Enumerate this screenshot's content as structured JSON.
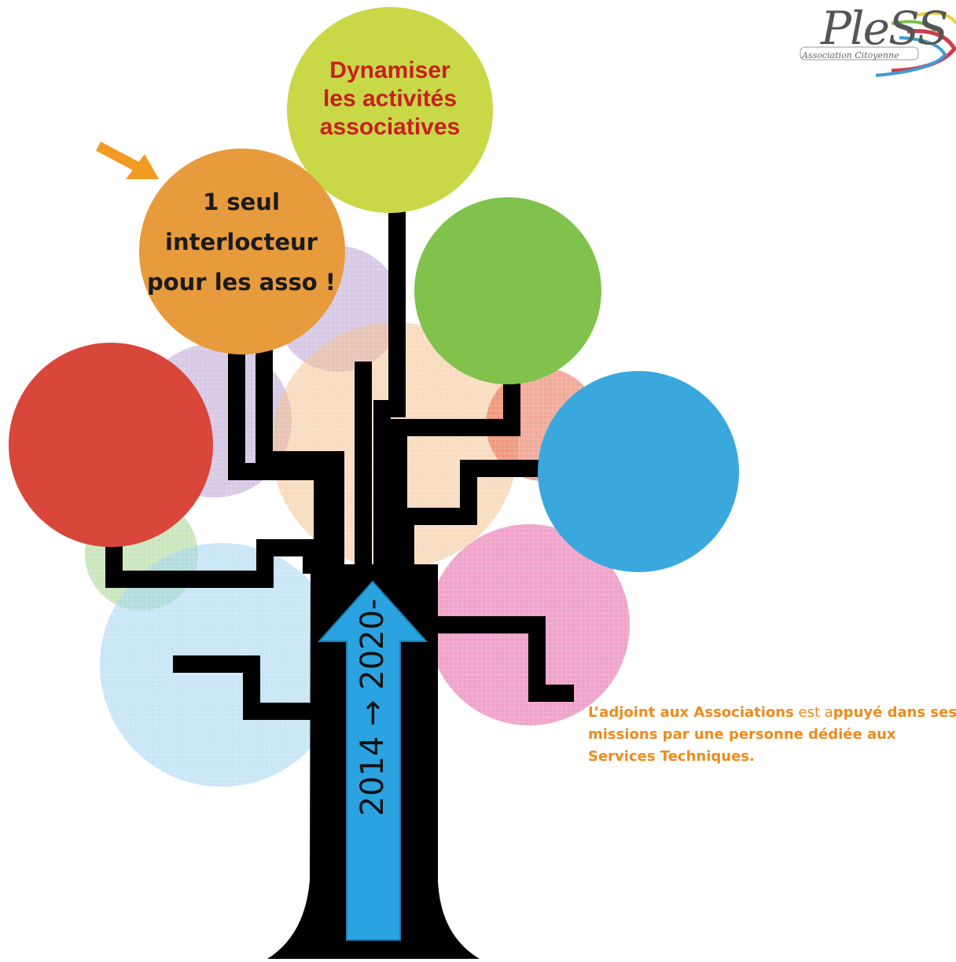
{
  "logo": {
    "name": "PleSS",
    "subtitle": "Association Citoyenne"
  },
  "circles": {
    "top": {
      "lines": [
        "Dynamiser",
        "les activités",
        "associatives"
      ],
      "fill": "#c8d846",
      "text_color": "#c81e1e"
    },
    "left_upper": {
      "lines": [
        "1 seul",
        "interlocteur",
        "pour les asso !"
      ],
      "fill": "#e79b3c",
      "text_color": "#1a1a1a"
    },
    "right_upper": {
      "fill": "#80c24c"
    },
    "left": {
      "fill": "#d9463a"
    },
    "right": {
      "fill": "#3aa8dc"
    }
  },
  "trunk_arrow": {
    "label": "2014 → 2020-",
    "fill": "#2ba3e0"
  },
  "pointer_arrow": {
    "color": "#f29a22"
  },
  "caption": {
    "part1": "L’adjoint aux Associations",
    "part2": " est  a",
    "part3": "ppuyé dans ses missions par une personne dédiée aux Services Techniques."
  },
  "trunk_color": "#000000"
}
